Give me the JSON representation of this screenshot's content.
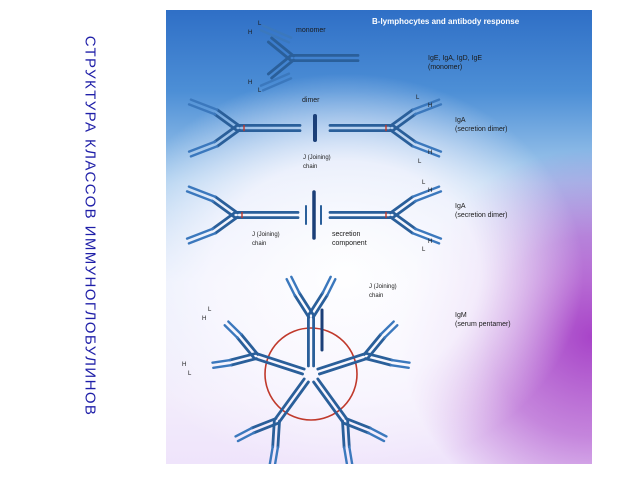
{
  "side_title": "СТРУКТУРА   КЛАССОВ  ИММУНОГЛОБУЛИНОВ",
  "panel_title": "B-lymphocytes and antibody response",
  "labels": {
    "monomer": "monomer",
    "dimer": "dimer",
    "L": "L",
    "H": "H",
    "j_chain_1": "J (Joining)",
    "chain": "chain",
    "j_chain_2": "J (Joining)",
    "secretion": "secretion",
    "component": "component",
    "j_chain_3": "J (Joining)"
  },
  "classes": [
    {
      "name": "IgE, IgA, IgD, IgE",
      "desc": "(monomer)"
    },
    {
      "name": "IgA",
      "desc": "(secretion dimer)"
    },
    {
      "name": "IgA",
      "desc": "(secretion dimer)"
    },
    {
      "name": "IgM",
      "desc": "(serum pentamer)"
    }
  ],
  "colors": {
    "heavy_chain": "#2a5f9a",
    "light_chain": "#3b78bd",
    "disulfide": "#c0392b",
    "j_chain": "#1b3f78",
    "text": "#1a1a1a",
    "side_title": "#1f1fa8"
  }
}
